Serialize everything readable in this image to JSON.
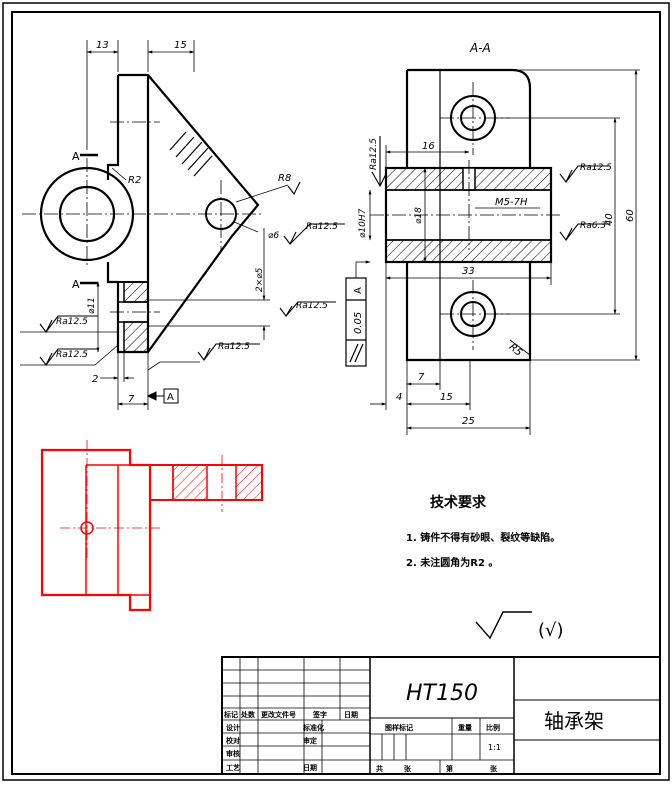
{
  "view_label": "A-A",
  "section_marks": {
    "top": "A",
    "bottom": "A"
  },
  "datum_label": "A",
  "left_view": {
    "dim_top_left": "13",
    "dim_top_right": "15",
    "radius_small": "R2",
    "radius_lug": "R8",
    "hole_dia": "⌀6",
    "hole_pitch": "2×⌀5",
    "boss_dia": "⌀11",
    "dim_bottom_2": "2",
    "dim_bottom_7": "7",
    "rough_hole": "Ra12.5",
    "rough_top": "Ra12.5",
    "rough_left_a": "Ra12.5",
    "rough_left_b": "Ra12.5",
    "rough_bottom": "Ra12.5"
  },
  "section_view": {
    "rough_left": "Ra12.5",
    "rough_right_top": "Ra12.5",
    "rough_right_bot": "Ra6.3",
    "dim_16": "16",
    "thread": "M5-7H",
    "bore": "⌀10H7",
    "dia18": "⌀18",
    "dim_33": "33",
    "dim_40": "40",
    "dim_60": "60",
    "radius": "R5",
    "dim_7": "7",
    "dim_4": "4",
    "dim_15": "15",
    "dim_25": "25",
    "tol_value": "0.05",
    "tol_datum": "A"
  },
  "requirements": {
    "title": "技术要求",
    "items": [
      "1. 铸件不得有砂眼、裂纹等缺陷。",
      "2. 未注圆角为R2 。"
    ]
  },
  "roughness_note": "(√)",
  "title_block": {
    "material": "HT150",
    "part_name": "轴承架",
    "scale": "1:1",
    "labels": {
      "mark": "标记",
      "count": "处数",
      "change_doc": "更改文件号",
      "signature": "签字",
      "date": "日期",
      "design": "设计",
      "check": "校对",
      "review": "审核",
      "process": "工艺",
      "standardize": "标准化",
      "approve": "审定",
      "approval_date": "日期",
      "stage_mark": "图样标记",
      "weight": "重量",
      "scale_label": "比例",
      "total": "共",
      "sheet_word": "张",
      "page": "第"
    }
  },
  "colors": {
    "ink": "#000000",
    "accent": "#ff0000"
  }
}
